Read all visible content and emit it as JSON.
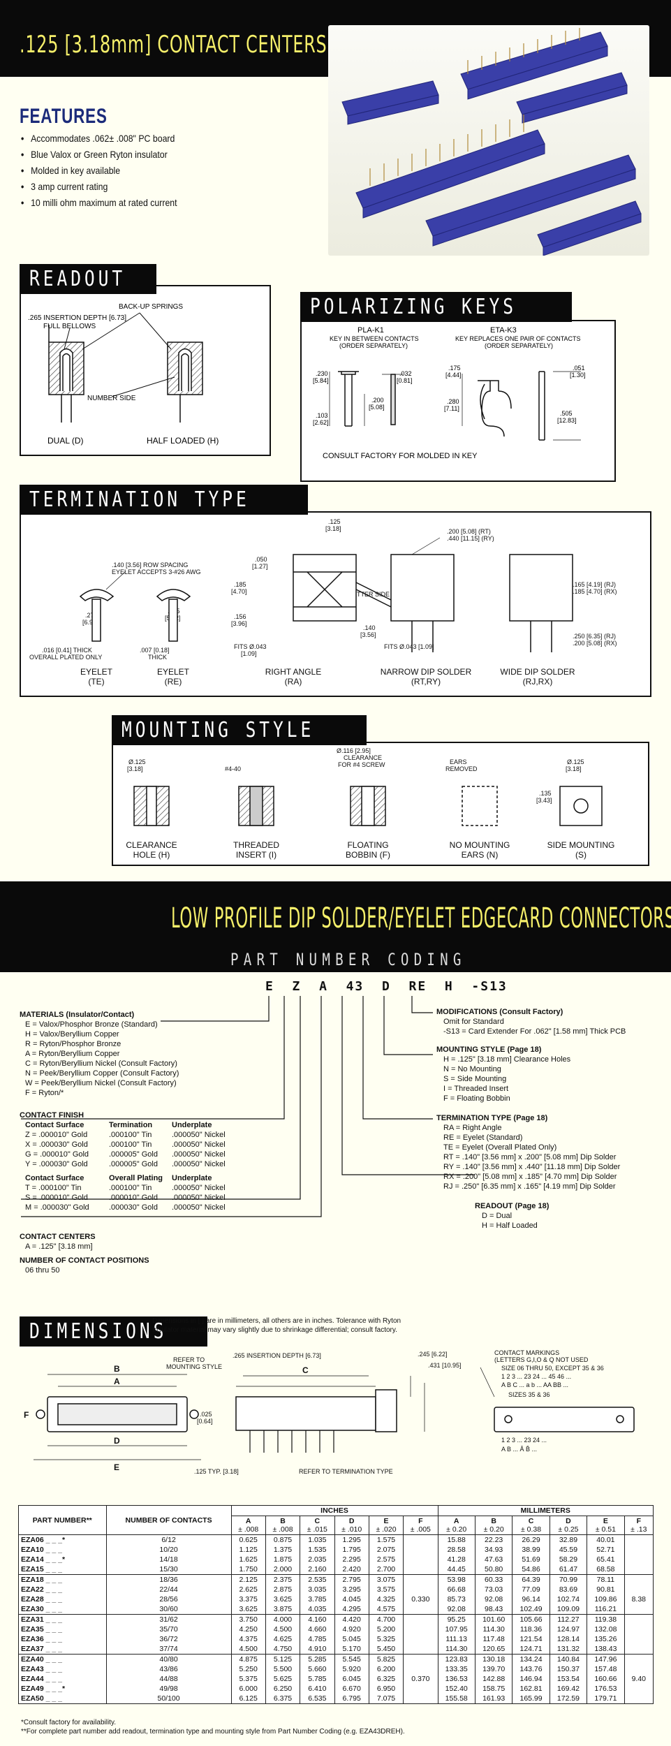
{
  "header": {
    "title": ".125 [3.18mm] CONTACT CENTERS"
  },
  "features": {
    "title": "FEATURES",
    "items": [
      "Accommodates .062± .008\" PC board",
      "Blue Valox or Green Ryton insulator",
      "Molded in key available",
      "3 amp current rating",
      "10 milli ohm maximum at rated current"
    ]
  },
  "readout": {
    "title": "READOUT",
    "insertion_depth": ".265 INSERTION DEPTH [6.73]",
    "full_bellows": "FULL BELLOWS",
    "backup_springs": "BACK-UP SPRINGS",
    "number_side": "NUMBER SIDE",
    "dual": "DUAL (D)",
    "half_loaded": "HALF LOADED (H)"
  },
  "polarizing": {
    "title": "POLARIZING KEYS",
    "pla_name": "PLA-K1",
    "pla_desc1": "KEY IN BETWEEN CONTACTS",
    "pla_desc2": "(ORDER SEPARATELY)",
    "eta_name": "ETA-K3",
    "eta_desc1": "KEY REPLACES ONE PAIR OF CONTACTS",
    "eta_desc2": "(ORDER SEPARATELY)",
    "d230": ".230",
    "d230mm": "[5.84]",
    "d103": ".103",
    "d103mm": "[2.62]",
    "d200": ".200",
    "d200mm": "[5.08]",
    "d032": ".032",
    "d032mm": "[0.81]",
    "d175": ".175",
    "d175mm": "[4.44]",
    "d280": ".280",
    "d280mm": "[7.11]",
    "d051": ".051",
    "d051mm": "[1.30]",
    "d505": ".505",
    "d505mm": "[12.83]",
    "consult": "CONSULT FACTORY FOR MOLDED IN KEY"
  },
  "termination": {
    "title": "TERMINATION TYPE",
    "row_spacing1": ".140 [3.56] ROW SPACING",
    "row_spacing2": "EYELET ACCEPTS 3-#26 AWG",
    "te_275": ".275",
    "te_275mm": "[6.98]",
    "te_016": ".016 [0.41] THICK",
    "te_plated": "OVERALL PLATED ONLY",
    "re_225": ".225",
    "re_225mm": "[5.72]",
    "re_007": ".007 [0.18]",
    "re_thick": "THICK",
    "ra_125": ".125",
    "ra_125mm": "[3.18]",
    "ra_050": ".050",
    "ra_050mm": "[1.27]",
    "ra_185": ".185",
    "ra_185mm": "[4.70]",
    "ra_156": ".156",
    "ra_156mm": "[3.96]",
    "ra_fits": "FITS Ø.043",
    "ra_fitsmm": "[1.09]",
    "letter_side": "LETTER SIDE",
    "rt_200": ".200 [5.08] (RT)",
    "rt_440": ".440 [11.15] (RY)",
    "rt_140": ".140",
    "rt_140mm": "[3.56]",
    "rt_fits": "FITS Ø.043 [1.09]",
    "rj_165": ".165 [4.19] (RJ)",
    "rj_185": ".185 [4.70] (RX)",
    "rj_250": ".250 [6.35] (RJ)",
    "rj_200": ".200 [5.08] (RX)",
    "eyelet_te": "EYELET",
    "eyelet_te2": "(TE)",
    "eyelet_re": "EYELET",
    "eyelet_re2": "(RE)",
    "right_angle": "RIGHT ANGLE",
    "right_angle2": "(RA)",
    "narrow": "NARROW DIP SOLDER",
    "narrow2": "(RT,RY)",
    "wide": "WIDE DIP SOLDER",
    "wide2": "(RJ,RX)"
  },
  "mounting": {
    "title": "MOUNTING STYLE",
    "ch_dim": "Ø.125",
    "ch_dimmm": "[3.18]",
    "ti_dim": "#4-40",
    "fb_dim1": "Ø.116 [2.95]",
    "fb_dim2": "CLEARANCE",
    "fb_dim3": "FOR #4 SCREW",
    "ears": "EARS",
    "removed": "REMOVED",
    "sm_dim": "Ø.125",
    "sm_dimmm": "[3.18]",
    "sm_135": ".135",
    "sm_135mm": "[3.43]",
    "clearance": "CLEARANCE",
    "clearance2": "HOLE (H)",
    "threaded": "THREADED",
    "threaded2": "INSERT (I)",
    "floating": "FLOATING",
    "floating2": "BOBBIN (F)",
    "nomount": "NO MOUNTING",
    "nomount2": "EARS (N)",
    "side": "SIDE MOUNTING",
    "side2": "(S)"
  },
  "product": {
    "title": "LOW PROFILE DIP SOLDER/EYELET EDGECARD CONNECTORS",
    "pnc_title": "PART NUMBER CODING",
    "code": [
      "E",
      "Z",
      "A",
      "43",
      "D",
      "RE",
      "H",
      "-S13"
    ]
  },
  "coding_left": {
    "materials_title": "MATERIALS (Insulator/Contact)",
    "materials": [
      "E = Valox/Phosphor Bronze (Standard)",
      "H = Valox/Beryllium Copper",
      "R = Ryton/Phosphor Bronze",
      "A = Ryton/Beryllium Copper",
      "C = Ryton/Beryllium Nickel (Consult Factory)",
      "N = Peek/Beryllium Copper (Consult Factory)",
      "W = Peek/Beryllium Nickel (Consult Factory)",
      "F = Ryton/*"
    ],
    "finish_title": "CONTACT FINISH",
    "finish_h1": [
      "Contact Surface",
      "Termination",
      "Underplate"
    ],
    "finish_rows1": [
      [
        "Z = .000010\" Gold",
        ".000100\" Tin",
        ".000050\" Nickel"
      ],
      [
        "X = .000030\" Gold",
        ".000100\" Tin",
        ".000050\" Nickel"
      ],
      [
        "G = .000010\" Gold",
        ".000005\" Gold",
        ".000050\" Nickel"
      ],
      [
        "Y = .000030\" Gold",
        ".000005\" Gold",
        ".000050\" Nickel"
      ]
    ],
    "finish_h2": [
      "Contact Surface",
      "Overall Plating",
      "Underplate"
    ],
    "finish_rows2": [
      [
        "T = .000100\" Tin",
        ".000100\" Tin",
        ".000050\" Nickel"
      ],
      [
        "S = .000010\" Gold",
        ".000010\" Gold",
        ".000050\" Nickel"
      ],
      [
        "M = .000030\" Gold",
        ".000030\" Gold",
        ".000050\" Nickel"
      ]
    ],
    "centers_title": "CONTACT CENTERS",
    "centers_val": "A = .125\" [3.18 mm]",
    "positions_title": "NUMBER OF CONTACT POSITIONS",
    "positions_val": "06 thru 50"
  },
  "coding_right": {
    "mod_title": "MODIFICATIONS (Consult Factory)",
    "mod_rows": [
      "Omit for Standard",
      "-S13 = Card Extender For .062\" [1.58 mm] Thick PCB"
    ],
    "mount_title": "MOUNTING STYLE (Page 18)",
    "mount_rows": [
      "H = .125\" [3.18 mm] Clearance Holes",
      "N = No Mounting",
      "S = Side Mounting",
      "I = Threaded Insert",
      "F = Floating Bobbin"
    ],
    "term_title": "TERMINATION TYPE (Page 18)",
    "term_rows": [
      "RA = Right Angle",
      "RE = Eyelet (Standard)",
      "TE = Eyelet (Overall Plated Only)",
      "RT = .140\" [3.56 mm] x .200\" [5.08 mm] Dip Solder",
      "RY = .140\" [3.56 mm] x .440\" [11.18 mm] Dip Solder",
      "RX = .200\" [5.08 mm] x .185\" [4.70 mm] Dip Solder",
      "RJ = .250\" [6.35 mm] x .165\" [4.19 mm] Dip Solder"
    ],
    "readout_title": "READOUT (Page 18)",
    "readout_rows": [
      "D = Dual",
      "H = Half Loaded"
    ]
  },
  "dimensions": {
    "title": "DIMENSIONS",
    "note": "Dimensions in [ ] are in millimeters, all others are in inches. Tolerance with Ryton Insulator material may vary slightly due to shrinkage differential; consult factory.",
    "refer_mount": "REFER TO",
    "refer_mount2": "MOUNTING STYLE",
    "insertion": ".265 INSERTION DEPTH [6.73]",
    "d025": ".025",
    "d025mm": "[0.64]",
    "d245": ".245 [6.22]",
    "d431": ".431 [10.95]",
    "typ": ".125 TYP. [3.18]",
    "refer_term": "REFER TO TERMINATION TYPE",
    "markings": [
      "CONTACT MARKINGS",
      "(LETTERS G,I,O & Q NOT USED",
      "SIZE 06 THRU 50, EXCEPT 35 & 36",
      "1  2  3 ...  23  24 ...  45  46 ...",
      "A  B  C ...  a  b ...  AA  BB ...",
      "SIZES 35 & 36",
      "1  2  3 ...  23  24 ...",
      "A  B ...  Ā   B̄ ..."
    ],
    "letters": [
      "A",
      "B",
      "C",
      "D",
      "E",
      "F"
    ]
  },
  "table": {
    "h_part": "PART NUMBER**",
    "h_num": "NUMBER OF CONTACTS",
    "h_inches": "INCHES",
    "h_mm": "MILLIMETERS",
    "sub_in": [
      [
        "A",
        "± .008"
      ],
      [
        "B",
        "± .008"
      ],
      [
        "C",
        "± .015"
      ],
      [
        "D",
        "± .010"
      ],
      [
        "E",
        "± .020"
      ],
      [
        "F",
        "± .005"
      ]
    ],
    "sub_mm": [
      [
        "A",
        "± 0.20"
      ],
      [
        "B",
        "± 0.20"
      ],
      [
        "C",
        "± 0.38"
      ],
      [
        "D",
        "± 0.25"
      ],
      [
        "E",
        "± 0.51"
      ],
      [
        "F",
        "± .13"
      ]
    ],
    "groups": [
      {
        "f_in": "",
        "f_mm": "",
        "rows": [
          [
            "EZA06 _ _ _*",
            "6/12",
            "0.625",
            "0.875",
            "1.035",
            "1.295",
            "1.575",
            "15.88",
            "22.23",
            "26.29",
            "32.89",
            "40.01"
          ],
          [
            "EZA10 _ _ _",
            "10/20",
            "1.125",
            "1.375",
            "1.535",
            "1.795",
            "2.075",
            "28.58",
            "34.93",
            "38.99",
            "45.59",
            "52.71"
          ],
          [
            "EZA14 _ _ _*",
            "14/18",
            "1.625",
            "1.875",
            "2.035",
            "2.295",
            "2.575",
            "41.28",
            "47.63",
            "51.69",
            "58.29",
            "65.41"
          ],
          [
            "EZA15 _ _ _",
            "15/30",
            "1.750",
            "2.000",
            "2.160",
            "2.420",
            "2.700",
            "44.45",
            "50.80",
            "54.86",
            "61.47",
            "68.58"
          ]
        ]
      },
      {
        "f_in": "0.330",
        "f_mm": "8.38",
        "rows": [
          [
            "EZA18 _ _ _",
            "18/36",
            "2.125",
            "2.375",
            "2.535",
            "2.795",
            "3.075",
            "53.98",
            "60.33",
            "64.39",
            "70.99",
            "78.11"
          ],
          [
            "EZA22 _ _ _",
            "22/44",
            "2.625",
            "2.875",
            "3.035",
            "3.295",
            "3.575",
            "66.68",
            "73.03",
            "77.09",
            "83.69",
            "90.81"
          ],
          [
            "EZA28 _ _ _",
            "28/56",
            "3.375",
            "3.625",
            "3.785",
            "4.045",
            "4.325",
            "85.73",
            "92.08",
            "96.14",
            "102.74",
            "109.86"
          ],
          [
            "EZA30 _ _ _",
            "30/60",
            "3.625",
            "3.875",
            "4.035",
            "4.295",
            "4.575",
            "92.08",
            "98.43",
            "102.49",
            "109.09",
            "116.21"
          ]
        ]
      },
      {
        "f_in": "",
        "f_mm": "",
        "rows": [
          [
            "EZA31 _ _ _",
            "31/62",
            "3.750",
            "4.000",
            "4.160",
            "4.420",
            "4.700",
            "95.25",
            "101.60",
            "105.66",
            "112.27",
            "119.38"
          ],
          [
            "EZA35 _ _ _",
            "35/70",
            "4.250",
            "4.500",
            "4.660",
            "4.920",
            "5.200",
            "107.95",
            "114.30",
            "118.36",
            "124.97",
            "132.08"
          ],
          [
            "EZA36 _ _ _",
            "36/72",
            "4.375",
            "4.625",
            "4.785",
            "5.045",
            "5.325",
            "111.13",
            "117.48",
            "121.54",
            "128.14",
            "135.26"
          ],
          [
            "EZA37 _ _ _",
            "37/74",
            "4.500",
            "4.750",
            "4.910",
            "5.170",
            "5.450",
            "114.30",
            "120.65",
            "124.71",
            "131.32",
            "138.43"
          ]
        ]
      },
      {
        "f_in": "0.370",
        "f_mm": "9.40",
        "rows": [
          [
            "EZA40 _ _ _",
            "40/80",
            "4.875",
            "5.125",
            "5.285",
            "5.545",
            "5.825",
            "123.83",
            "130.18",
            "134.24",
            "140.84",
            "147.96"
          ],
          [
            "EZA43 _ _ _",
            "43/86",
            "5.250",
            "5.500",
            "5.660",
            "5.920",
            "6.200",
            "133.35",
            "139.70",
            "143.76",
            "150.37",
            "157.48"
          ],
          [
            "EZA44 _ _ _",
            "44/88",
            "5.375",
            "5.625",
            "5.785",
            "6.045",
            "6.325",
            "136.53",
            "142.88",
            "146.94",
            "153.54",
            "160.66"
          ],
          [
            "EZA49 _ _ _*",
            "49/98",
            "6.000",
            "6.250",
            "6.410",
            "6.670",
            "6.950",
            "152.40",
            "158.75",
            "162.81",
            "169.42",
            "176.53"
          ],
          [
            "EZA50 _ _ _",
            "50/100",
            "6.125",
            "6.375",
            "6.535",
            "6.795",
            "7.075",
            "155.58",
            "161.93",
            "165.99",
            "172.59",
            "179.71"
          ]
        ]
      }
    ],
    "footnote1": "*Consult factory for availability.",
    "footnote2": "**For complete part number add readout, termination type and mounting style from Part Number Coding (e.g. EZA43DREH)."
  }
}
